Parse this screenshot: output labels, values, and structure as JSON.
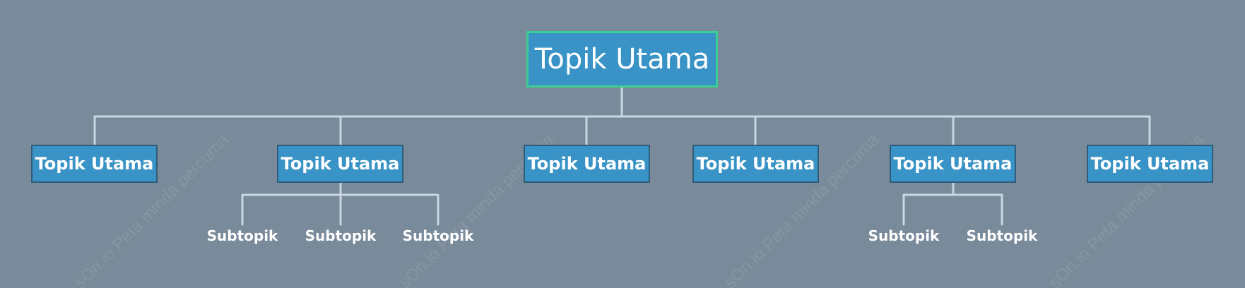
{
  "watermark_text": "sOn.io Peta minda percuma",
  "root": {
    "label": "Topik Utama"
  },
  "topics": [
    {
      "label": "Topik Utama",
      "subtopics": []
    },
    {
      "label": "Topik Utama",
      "subtopics": [
        "Subtopik",
        "Subtopik",
        "Subtopik"
      ]
    },
    {
      "label": "Topik Utama",
      "subtopics": []
    },
    {
      "label": "Topik Utama",
      "subtopics": []
    },
    {
      "label": "Topik Utama",
      "subtopics": [
        "Subtopik",
        "Subtopik"
      ]
    },
    {
      "label": "Topik Utama",
      "subtopics": []
    }
  ],
  "colors": {
    "background": "#798a9a",
    "node_fill": "#3993c6",
    "root_border": "#3ccf93",
    "node_border": "#2f5c79",
    "connector": "#c9d6e3"
  }
}
